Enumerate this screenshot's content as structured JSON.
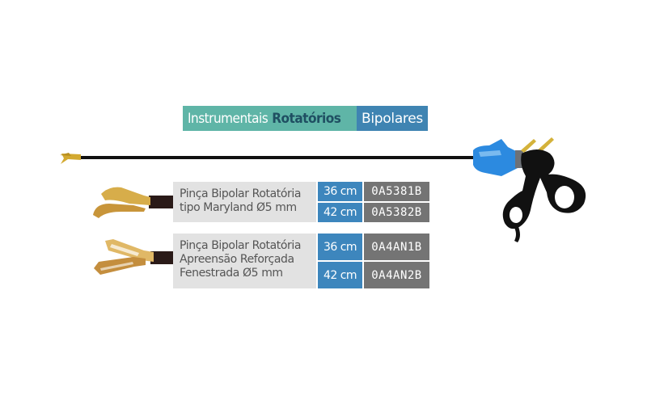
{
  "header": {
    "part1": "Instrumentais",
    "part2": "Rotatórios",
    "part3": "Bipolares",
    "colors": {
      "teal": "#5fb5a7",
      "dark_teal_text": "#1f4f62",
      "blue": "#3f84b2"
    }
  },
  "products": [
    {
      "description_lines": [
        "Pinça Bipolar Rotatória",
        "tipo Maryland Ø5 mm"
      ],
      "variants": [
        {
          "length": "36 cm",
          "code": "0A5381B"
        },
        {
          "length": "42 cm",
          "code": "0A5382B"
        }
      ]
    },
    {
      "description_lines": [
        "Pinça Bipolar Rotatória",
        "Apreensão Reforçada",
        "Fenestrada Ø5 mm"
      ],
      "variants": [
        {
          "length": "36 cm",
          "code": "0A4AN1B"
        },
        {
          "length": "42 cm",
          "code": "0A4AN2B"
        }
      ]
    }
  ],
  "images": {
    "instrument": "bipolar-rotating-forceps",
    "tip1": "maryland-jaw-tip",
    "tip2": "fenestrated-grasper-tip"
  },
  "colors": {
    "length_cell": "#3d86bd",
    "code_cell": "#747474",
    "desc_cell": "#e2e2e2"
  }
}
